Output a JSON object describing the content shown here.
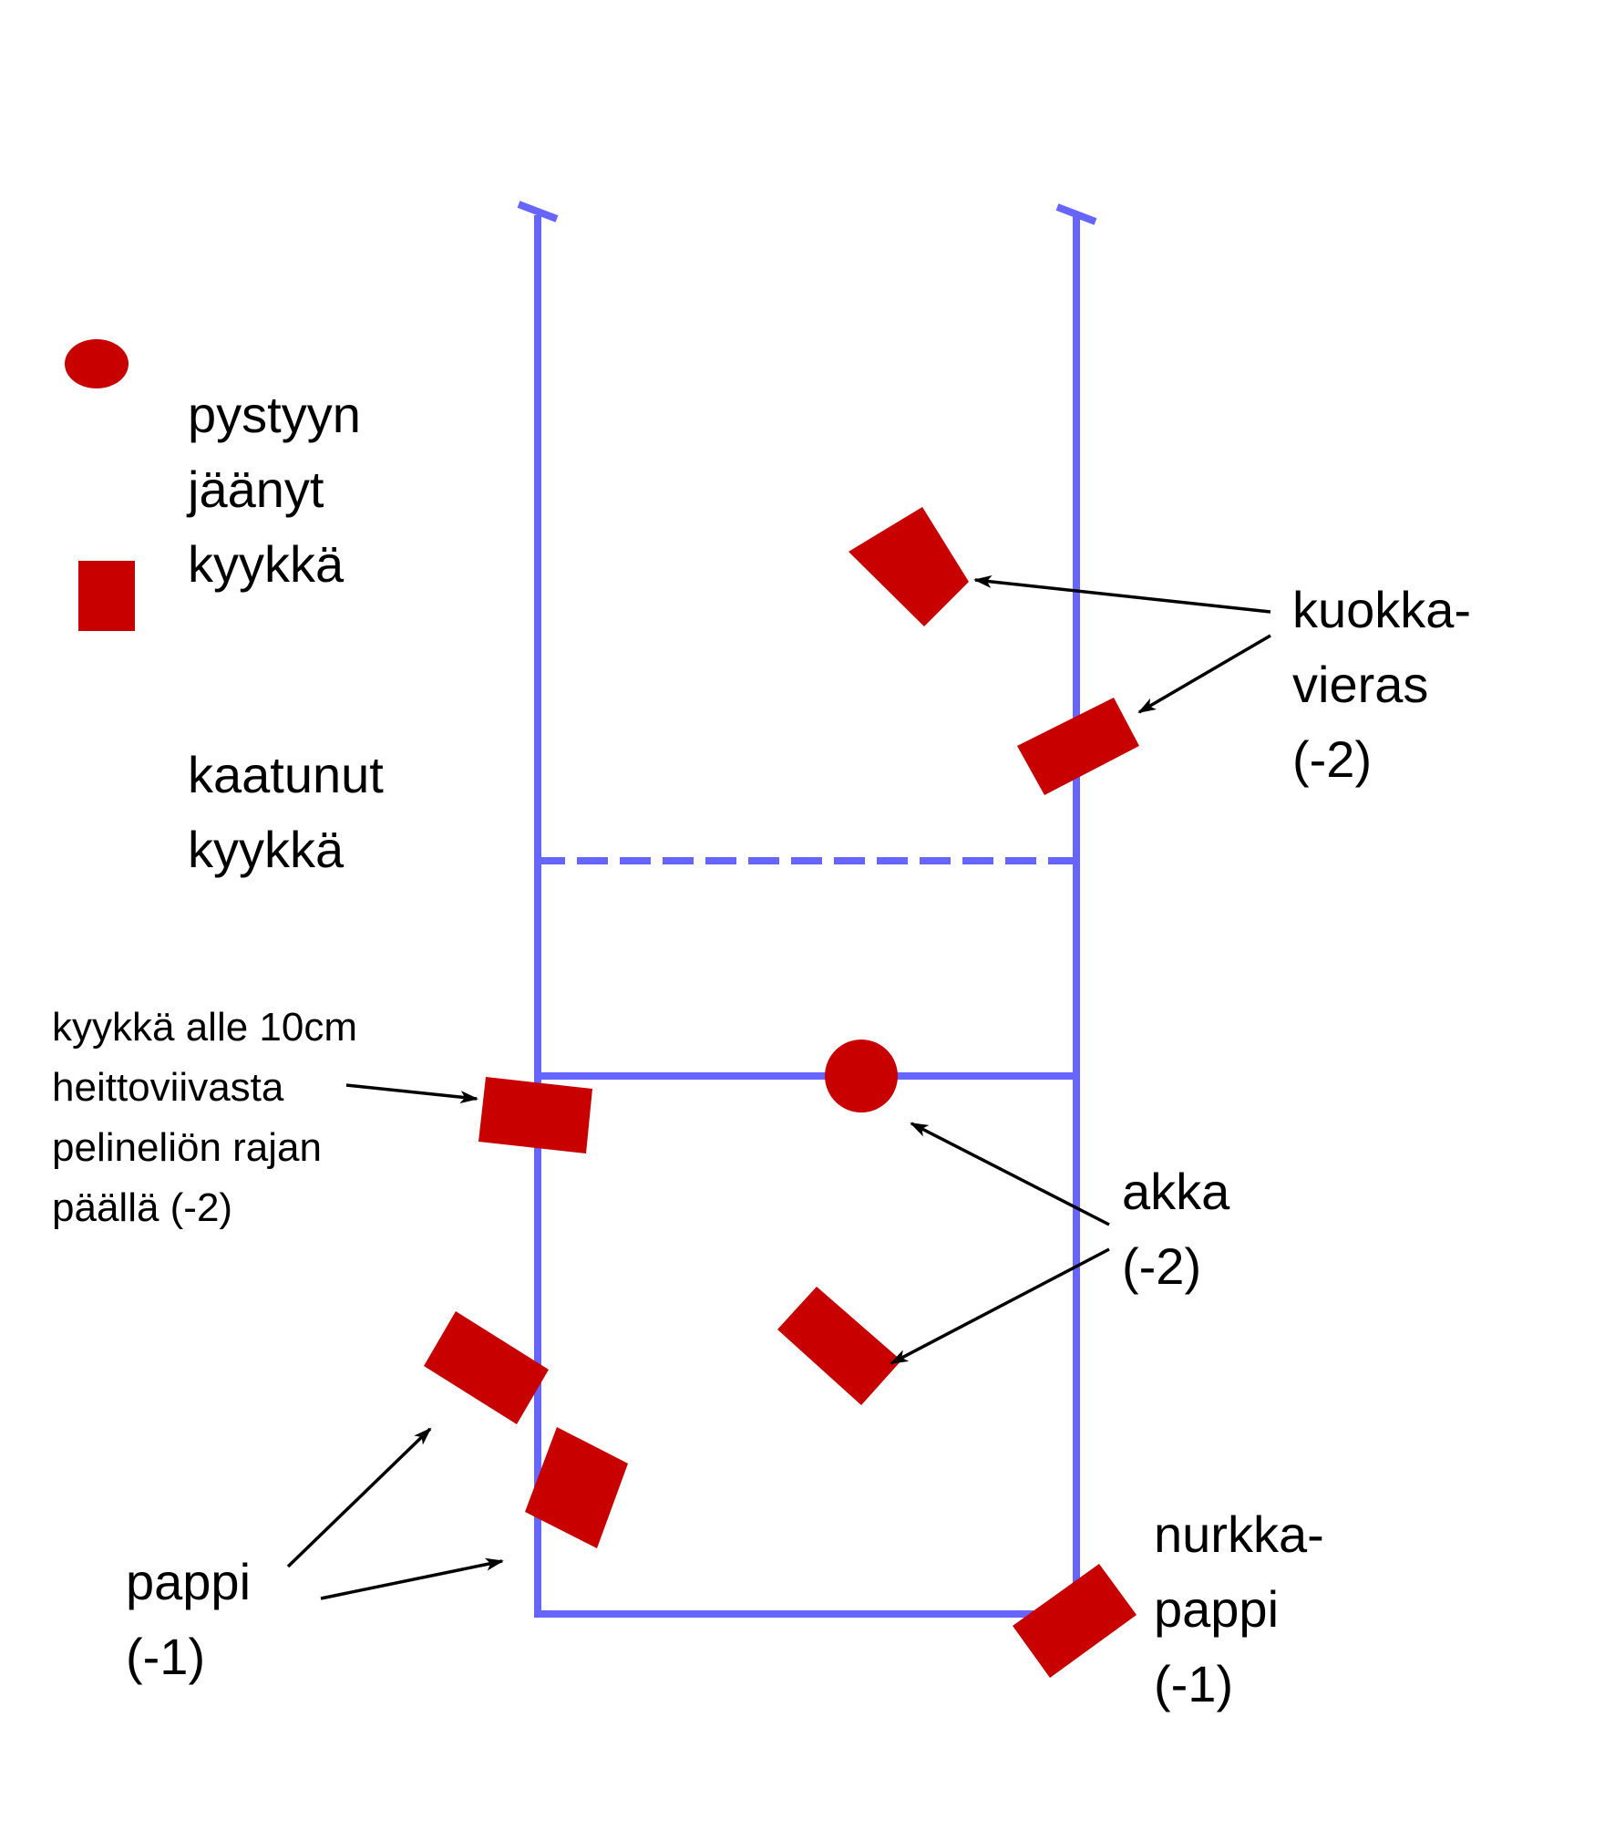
{
  "colors": {
    "court_line": "#6666ff",
    "kyykka": "#c80000",
    "text": "#000000",
    "arrow": "#000000",
    "background": "#ffffff"
  },
  "legend": {
    "standing": {
      "icon": "circle",
      "lines": [
        "pystyyn",
        "jäänyt",
        "kyykkä"
      ]
    },
    "fallen": {
      "icon": "rectangle",
      "lines": [
        "kaatunut",
        "kyykkä"
      ]
    }
  },
  "labels": {
    "kuokkavieras": {
      "lines": [
        "kuokka-",
        "vieras",
        "(-2)"
      ],
      "points": -2
    },
    "edge": {
      "lines": [
        "kyykkä alle 10cm",
        "heittoviivasta",
        "pelineliön rajan",
        "päällä (-2)"
      ],
      "points": -2
    },
    "akka": {
      "lines": [
        "akka",
        "(-2)"
      ],
      "points": -2
    },
    "pappi": {
      "lines": [
        "pappi",
        "(-1)"
      ],
      "points": -1
    },
    "nurkkapappi": {
      "lines": [
        "nurkka-",
        "pappi",
        "(-1)"
      ],
      "points": -1
    }
  }
}
